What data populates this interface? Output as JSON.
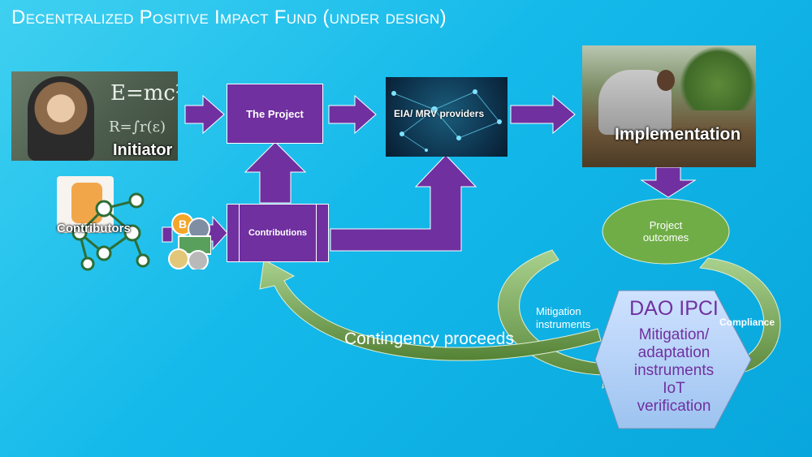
{
  "header": {
    "title": "Decentralized Positive Impact Fund (under design)"
  },
  "nodes": {
    "initiator": "Initiator",
    "contributors": "Contributors",
    "project": "The Project",
    "contributions": "Contributions",
    "providers": "EIA/ MRV providers",
    "implementation": "Implementation",
    "outcomes_line1": "Project",
    "outcomes_line2": "outcomes"
  },
  "labels": {
    "mitigation_line1": "Mitigation",
    "mitigation_line2": "instruments",
    "compliance": "Compliance",
    "contingency": "Contingency proceeds"
  },
  "dao": {
    "title": "DAO IPCI",
    "line1": "Mitigation/",
    "line2": "adaptation",
    "line3": "instruments",
    "line4": "IoT",
    "line5": "verification"
  },
  "colors": {
    "purple": "#7030a0",
    "green": "#70ad47",
    "sky": "#14b9ea"
  }
}
